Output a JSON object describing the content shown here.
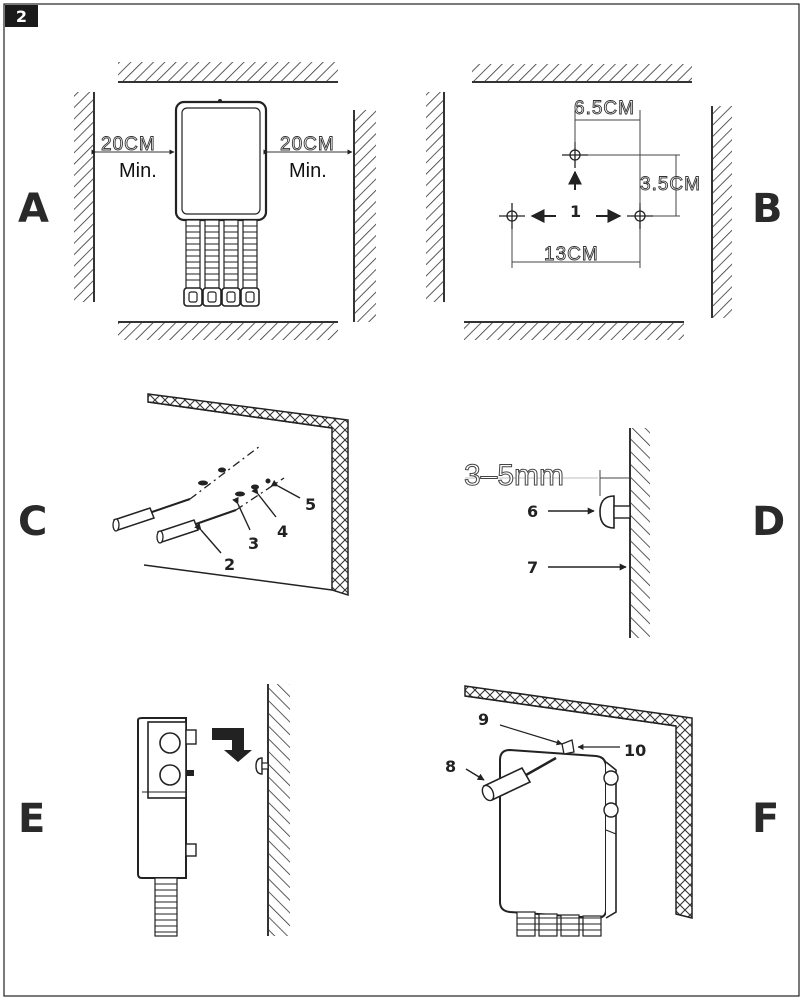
{
  "page_badge": "2",
  "panels": {
    "A": {
      "letter": "A",
      "left_distance": "20CM",
      "left_min": "Min.",
      "right_distance": "20CM",
      "right_min": "Min."
    },
    "B": {
      "letter": "B",
      "top_width": "6.5CM",
      "vertical": "3.5CM",
      "bottom_width": "13CM",
      "callout": "1"
    },
    "C": {
      "letter": "C",
      "callouts": [
        "2",
        "3",
        "4",
        "5"
      ]
    },
    "D": {
      "letter": "D",
      "gap": "3–5mm",
      "callouts": [
        "6",
        "7"
      ]
    },
    "E": {
      "letter": "E"
    },
    "F": {
      "letter": "F",
      "callouts": [
        "8",
        "9",
        "10"
      ]
    }
  },
  "colors": {
    "ink": "#2a2a2a",
    "badge_bg": "#1a1a1a",
    "badge_text": "#ffffff"
  }
}
